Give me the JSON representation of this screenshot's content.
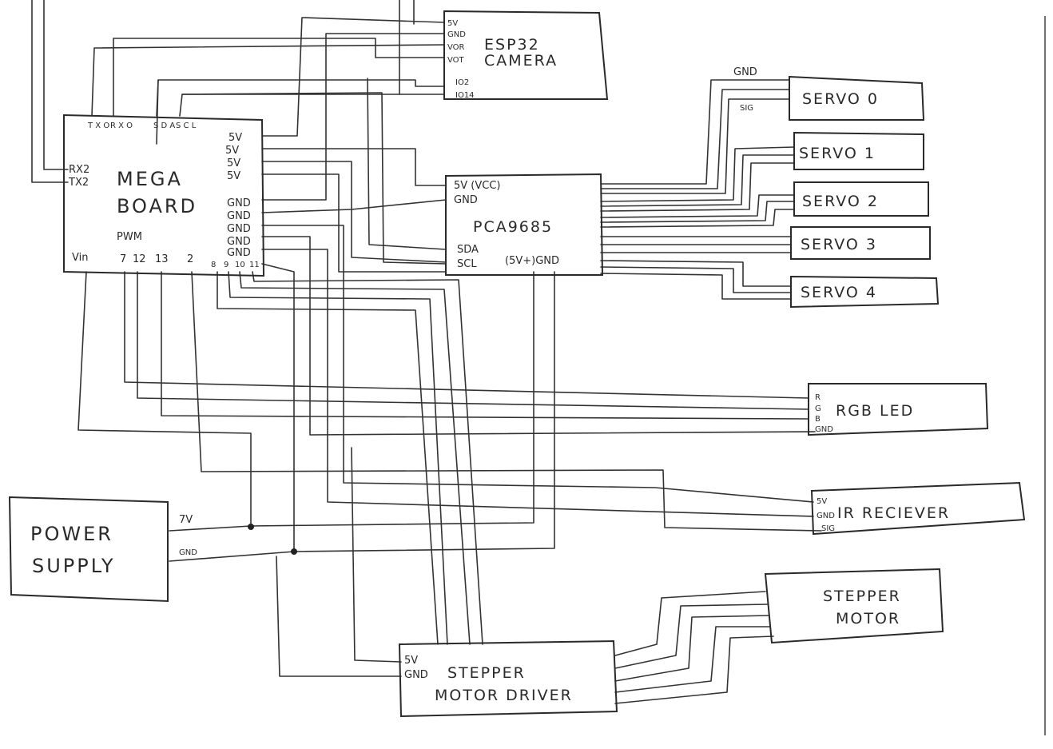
{
  "mega": {
    "title_line1": "MEGA",
    "title_line2": "BOARD",
    "pins_top": [
      "T X O",
      "R X O",
      "S D A",
      "S C L"
    ],
    "rx2": "RX2",
    "tx2": "TX2",
    "pwm": "PWM",
    "vin": "Vin",
    "pins_right": [
      "5V",
      "5V",
      "5V",
      "5V",
      "GND",
      "GND",
      "GND",
      "GND",
      "GND"
    ],
    "pins_bottom": [
      "7",
      "12",
      "13",
      "2",
      "8",
      "9",
      "10",
      "11"
    ]
  },
  "esp32": {
    "line1": "ESP32",
    "line2": "CAMERA",
    "pins": [
      "5V",
      "GND",
      "VOR",
      "VOT",
      "IO2",
      "IO14"
    ]
  },
  "pca": {
    "title": "PCA9685",
    "pins_left": [
      "5V (VCC)",
      "GND",
      "SDA",
      "SCL"
    ],
    "pin_bottom": "(5V+)GND"
  },
  "servos": {
    "items": [
      "SERVO 0",
      "SERVO 1",
      "SERVO 2",
      "SERVO 3",
      "SERVO 4"
    ],
    "gnd_label": "GND",
    "sig_label": "SIG"
  },
  "rgb": {
    "title": "RGB LED",
    "pins": [
      "R",
      "G",
      "B",
      "GND"
    ]
  },
  "ir": {
    "title": "IR RECIEVER",
    "pins": [
      "5V",
      "GND",
      "SIG"
    ]
  },
  "power": {
    "line1": "POWER",
    "line2": "SUPPLY",
    "v_label": "7V",
    "gnd_label": "GND"
  },
  "driver": {
    "line1": "STEPPER",
    "line2": "MOTOR DRIVER",
    "pins": [
      "5V",
      "GND"
    ]
  },
  "motor": {
    "line1": "STEPPER",
    "line2": "MOTOR"
  }
}
